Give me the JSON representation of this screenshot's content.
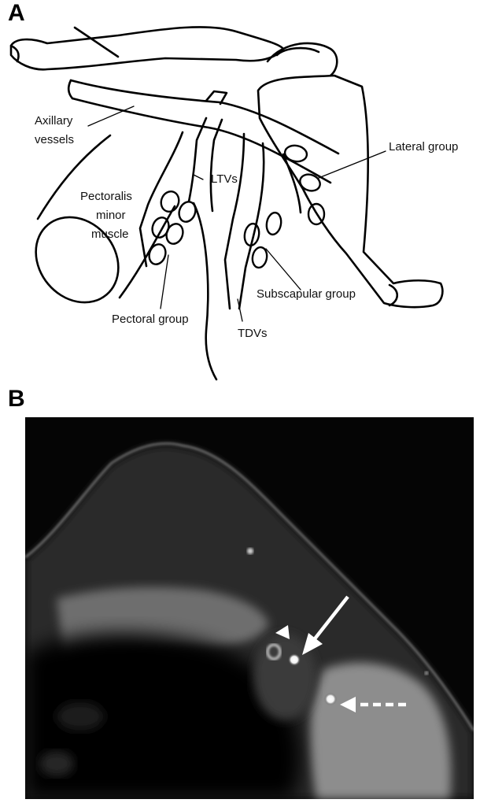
{
  "panels": {
    "a": {
      "letter": "A",
      "labels": {
        "axillary_line1": "Axillary",
        "axillary_line2": "vessels",
        "pectoralis_line1": "Pectoralis",
        "pectoralis_line2": "minor",
        "pectoralis_line3": "muscle",
        "ltvs": "LTVs",
        "lateral_group": "Lateral group",
        "subscapular_group": "Subscapular group",
        "pectoral_group": "Pectoral group",
        "tdvs": "TDVs"
      }
    },
    "b": {
      "letter": "B",
      "markers": [
        "arrowhead",
        "arrow",
        "dashed-arrow"
      ]
    }
  },
  "colors": {
    "line": "#000000",
    "mri_bg": "#050505",
    "marker": "#ffffff"
  }
}
